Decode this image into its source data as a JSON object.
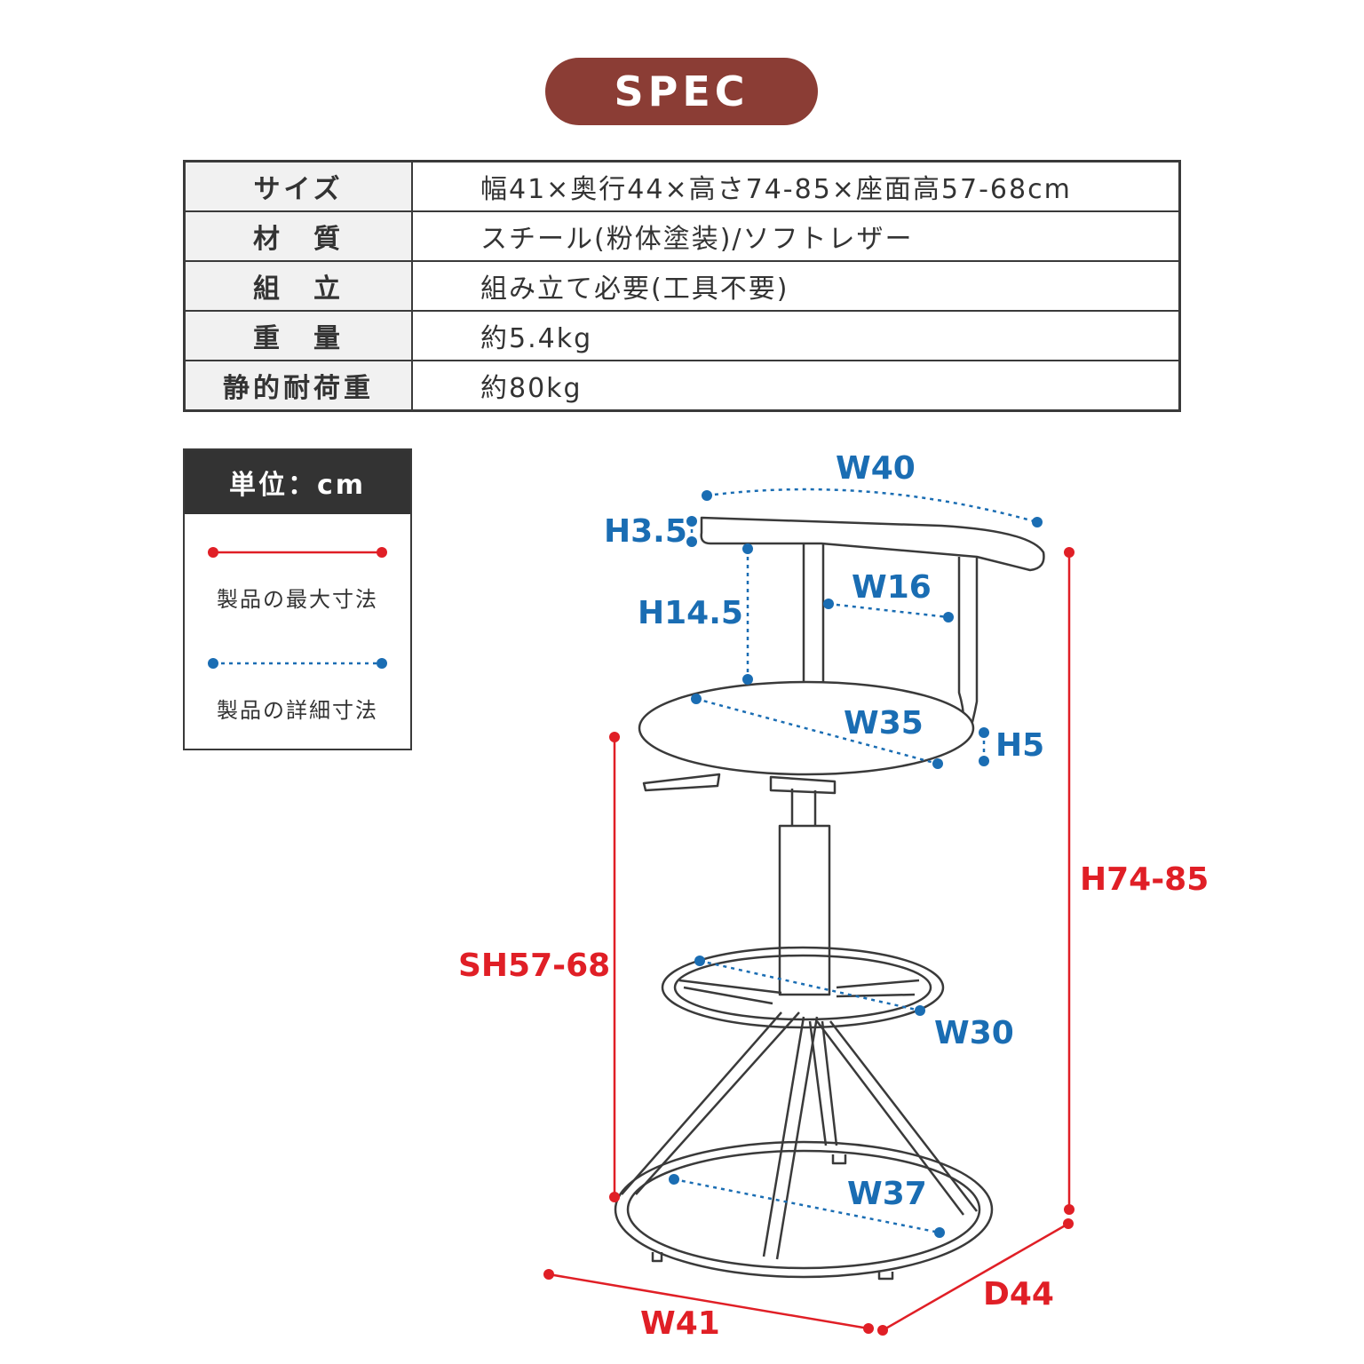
{
  "title": "SPEC",
  "spec_table": {
    "rows": [
      {
        "key": "サイズ",
        "value": "幅41×奥行44×高さ74-85×座面高57-68cm"
      },
      {
        "key": "材　質",
        "value": "スチール(粉体塗装)/ソフトレザー"
      },
      {
        "key": "組　立",
        "value": "組み立て必要(工具不要)"
      },
      {
        "key": "重　量",
        "value": "約5.4kg"
      },
      {
        "key": "静的耐荷重",
        "value": "約80kg"
      }
    ]
  },
  "legend": {
    "header": "単位：cm",
    "max_label": "製品の最大寸法",
    "detail_label": "製品の詳細寸法"
  },
  "colors": {
    "accent": "#8b3d35",
    "max_dimension": "#e01f26",
    "detail_dimension": "#1a6db3",
    "line": "#3a3a3a"
  },
  "dimensions": {
    "w40": "W40",
    "h3_5": "H3.5",
    "w16": "W16",
    "h14_5": "H14.5",
    "w35": "W35",
    "h5": "H5",
    "h74_85": "H74-85",
    "sh57_68": "SH57-68",
    "w30": "W30",
    "w37": "W37",
    "w41": "W41",
    "d44": "D44"
  }
}
